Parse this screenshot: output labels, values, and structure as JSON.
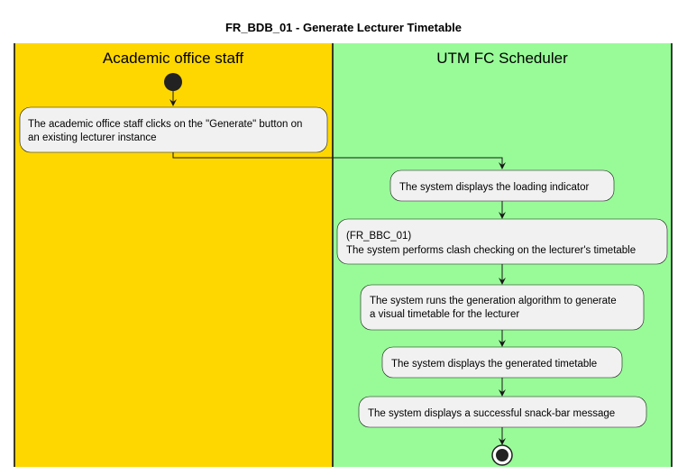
{
  "title": "FR_BDB_01 - Generate Lecturer Timetable",
  "lanes": [
    {
      "label": "Academic office staff",
      "color": "#ffd700"
    },
    {
      "label": "UTM FC Scheduler",
      "color": "#98fb98"
    }
  ],
  "activities": [
    {
      "id": "a1",
      "lane": 0,
      "lines": [
        "The academic office staff clicks on the \"Generate\" button on",
        "an existing lecturer instance"
      ]
    },
    {
      "id": "a2",
      "lane": 1,
      "lines": [
        "The system displays the loading indicator"
      ]
    },
    {
      "id": "a3",
      "lane": 1,
      "lines": [
        "(FR_BBC_01)",
        "The system performs clash checking on the lecturer's timetable"
      ]
    },
    {
      "id": "a4",
      "lane": 1,
      "lines": [
        "The system runs the generation algorithm to generate",
        "a visual timetable for the lecturer"
      ]
    },
    {
      "id": "a5",
      "lane": 1,
      "lines": [
        "The system displays the generated timetable"
      ]
    },
    {
      "id": "a6",
      "lane": 1,
      "lines": [
        "The system displays a successful snack-bar message"
      ]
    }
  ]
}
